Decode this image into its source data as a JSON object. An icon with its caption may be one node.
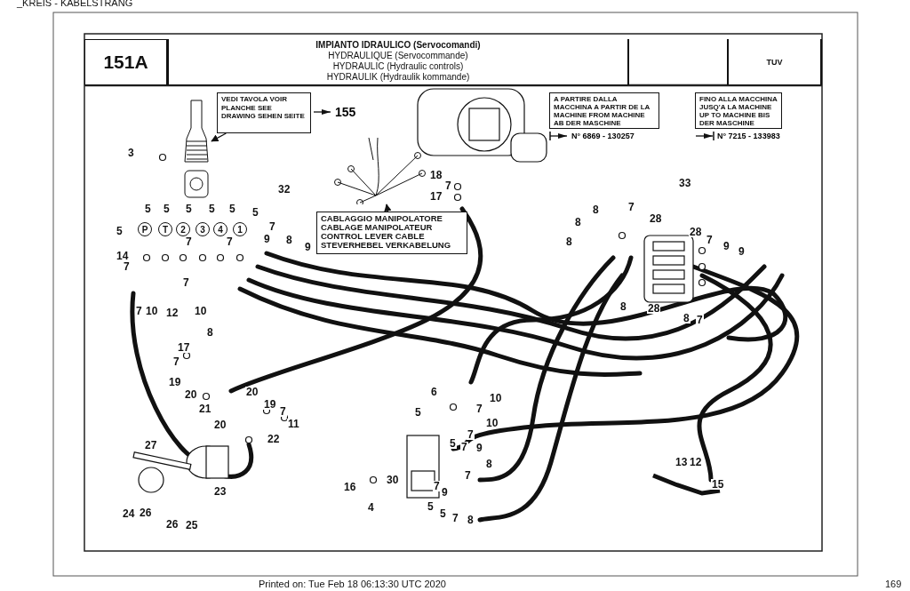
{
  "diagram": {
    "nodes": [
      {
        "text": [
          "151A"
        ]
      },
      {
        "text": [
          "IMPIANTO IDRAULICO (Servocomandi)",
          "HYDRAULIQUE (Servocommande)",
          "HYDRAULIC (Hydraulic controls)",
          "HYDRAULIK (Hydraulik kommande)"
        ]
      },
      {
        "text": [
          "TUV"
        ]
      },
      {
        "text": [
          "VEDI TAVOLA VOIR PLANCHE SEE DRAWING SEHEN SEITE"
        ],
        "beside": [
          "155"
        ]
      },
      {
        "text": [],
        "shape": "picture"
      },
      {
        "text": [
          "CABLAGGIO MANIPOLATORE CABLAGE MANIPOLATEUR CONTROL LEVER CABLE STEVERHEBEL VERKABELUNG"
        ]
      },
      {
        "text": [],
        "shape": "picture"
      },
      {
        "text": [
          "A PARTIRE DALLA MACCHINA A PARTIR DE LA MACHINE FROM MACHINE AB DER MASCHINE"
        ],
        "beside": [
          "N° 6869 - 130257"
        ]
      },
      {
        "text": [
          "FINO ALLA MACCHINA JUSQ'A LA MACHINE UP TO MACHINE BIS DER MASCHINE"
        ],
        "beside": [
          "N° 7215 - 133983"
        ]
      },
      {
        "text": [
          "P"
        ]
      },
      {
        "text": [
          "T"
        ]
      },
      {
        "text": [
          "2"
        ]
      },
      {
        "text": [
          "3"
        ]
      },
      {
        "text": [
          "4"
        ]
      },
      {
        "text": [
          "1"
        ]
      }
    ],
    "edges": [
      {
        "from": 3,
        "to": 4,
        "arrow": "to"
      },
      {
        "from": 5,
        "to": 6,
        "arrow": "to"
      }
    ],
    "labels": [
      "_KREIS - KABELSTRANG",
      "3",
      "32",
      "18",
      "7",
      "17",
      "33",
      "5",
      "5",
      "5",
      "5",
      "5",
      "5",
      "5",
      "7",
      "7",
      "7",
      "9",
      "8",
      "9",
      "14",
      "7",
      "7",
      "10",
      "12",
      "7",
      "10",
      "8",
      "8",
      "7",
      "28",
      "8",
      "8",
      "28",
      "7",
      "9",
      "9",
      "8",
      "28",
      "8",
      "7",
      "17",
      "7",
      "19",
      "20",
      "21",
      "20",
      "19",
      "7",
      "20",
      "11",
      "27",
      "22",
      "6",
      "10",
      "7",
      "5",
      "10",
      "7",
      "5",
      "7",
      "9",
      "8",
      "7",
      "30",
      "16",
      "4",
      "7",
      "9",
      "5",
      "5",
      "7",
      "8",
      "23",
      "24",
      "26",
      "26",
      "25",
      "13",
      "12",
      "15",
      "Printed on: Tue Feb 18 06:13:30 UTC 2020",
      "169"
    ]
  }
}
